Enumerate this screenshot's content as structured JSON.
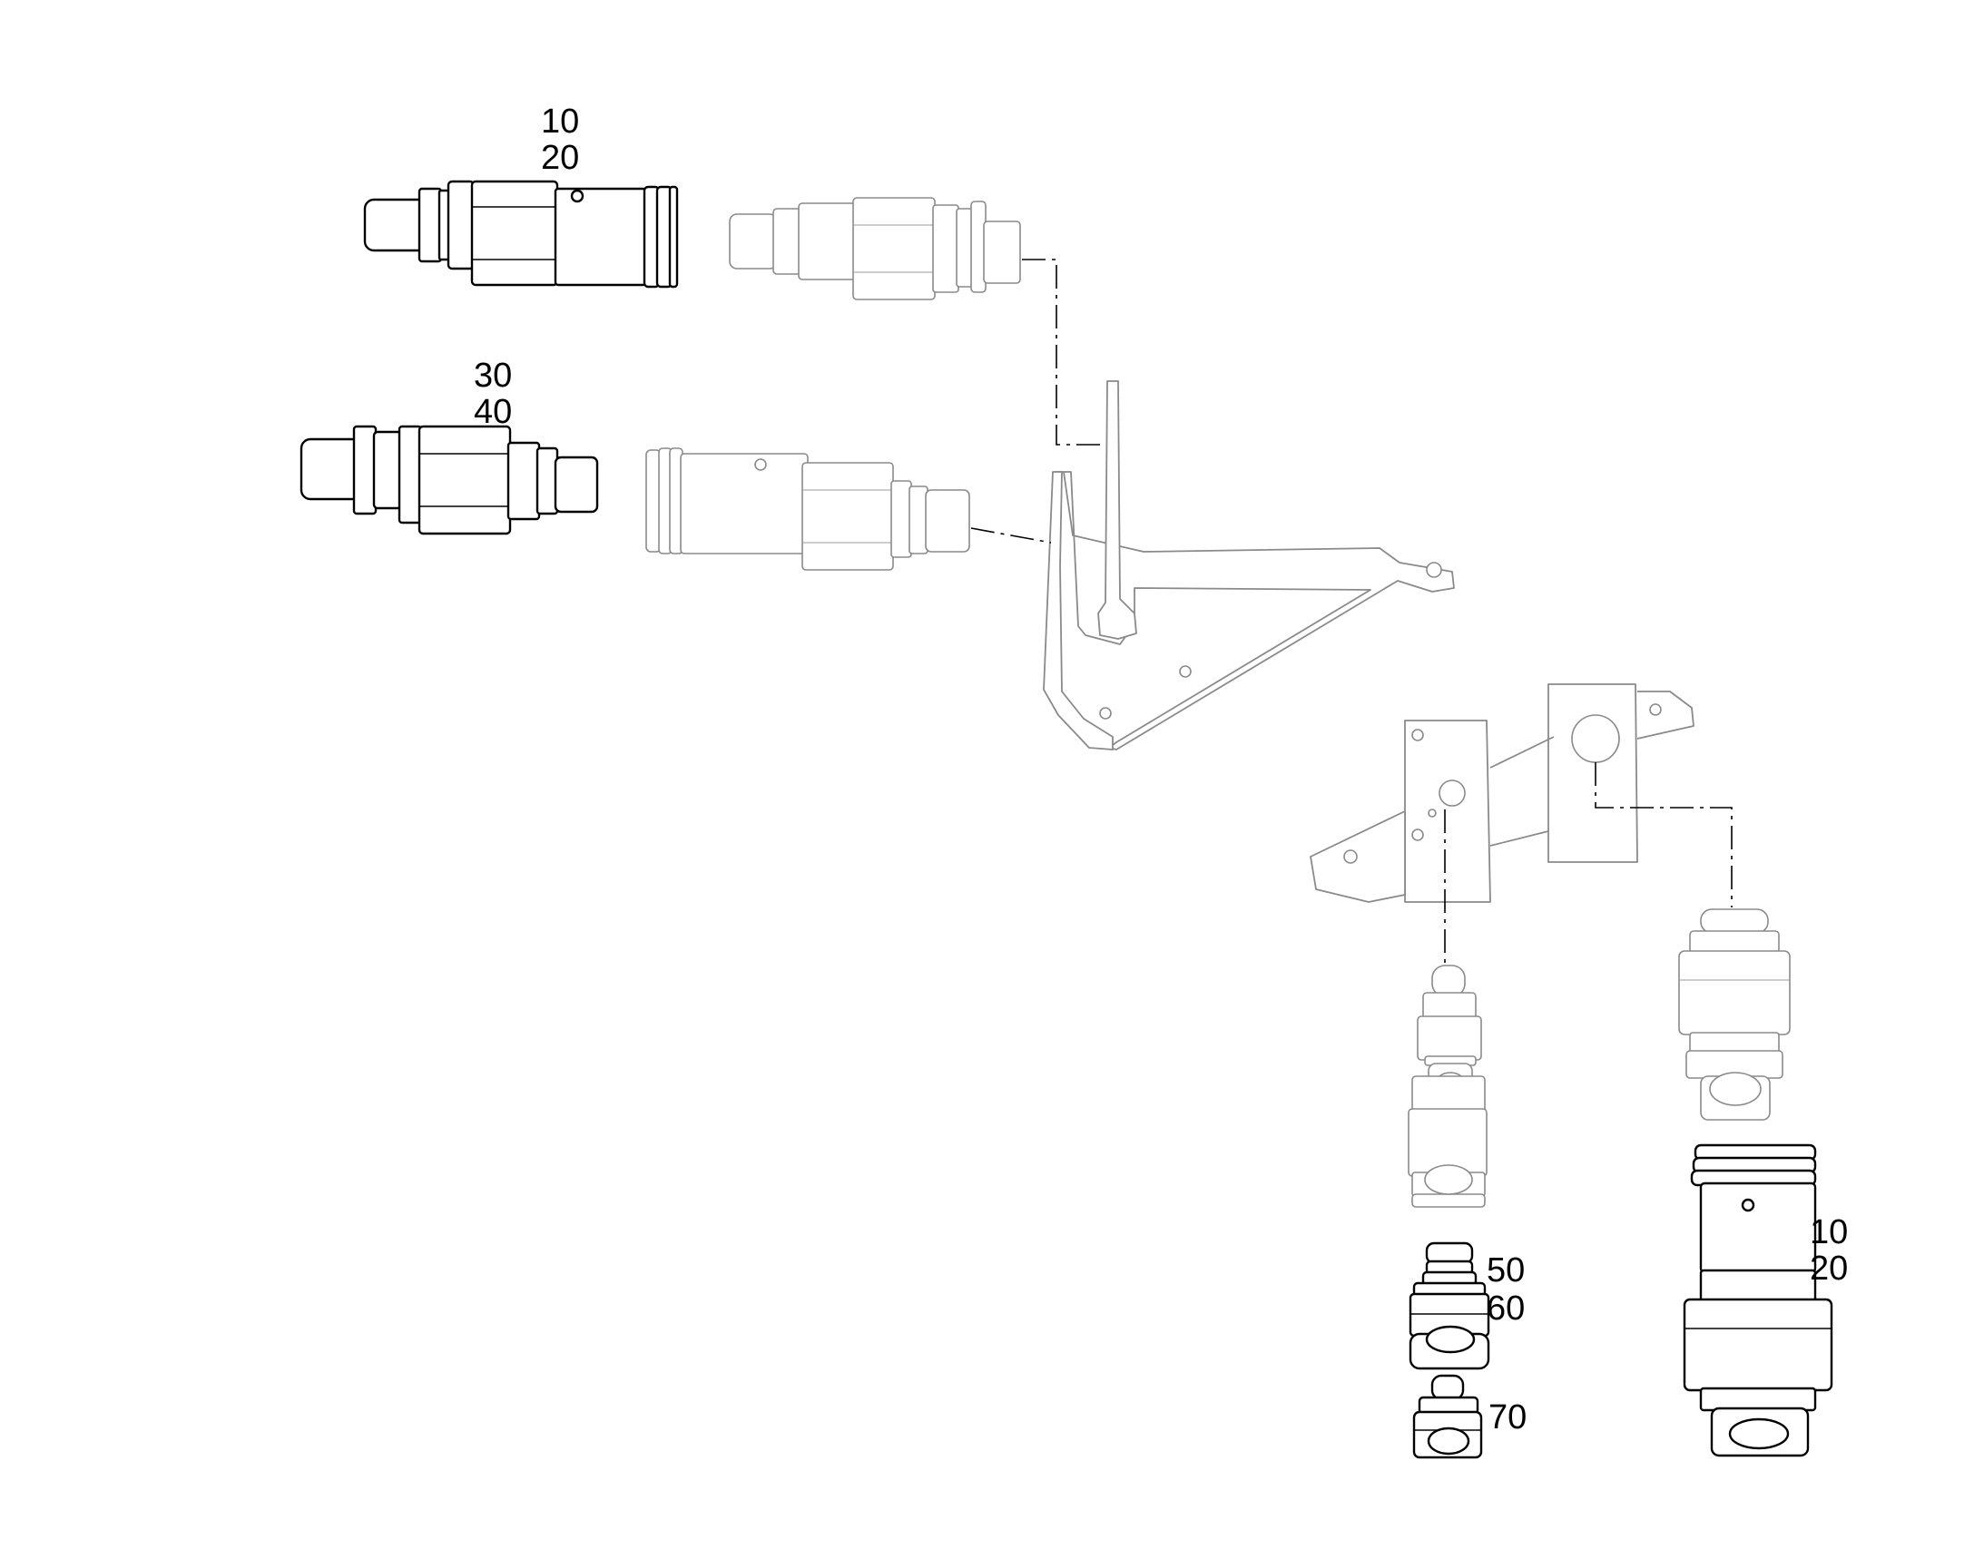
{
  "diagram": {
    "callouts": {
      "top_left": [
        "10",
        "20"
      ],
      "mid_left": [
        "30",
        "40"
      ],
      "right_coupler": [
        "10",
        "20"
      ],
      "small_stack_upper": [
        "50",
        "60"
      ],
      "small_stack_lower": [
        "70"
      ]
    },
    "colors": {
      "highlight_stroke": "#000000",
      "context_stroke": "#8a8a8a",
      "background": "#ffffff"
    }
  }
}
